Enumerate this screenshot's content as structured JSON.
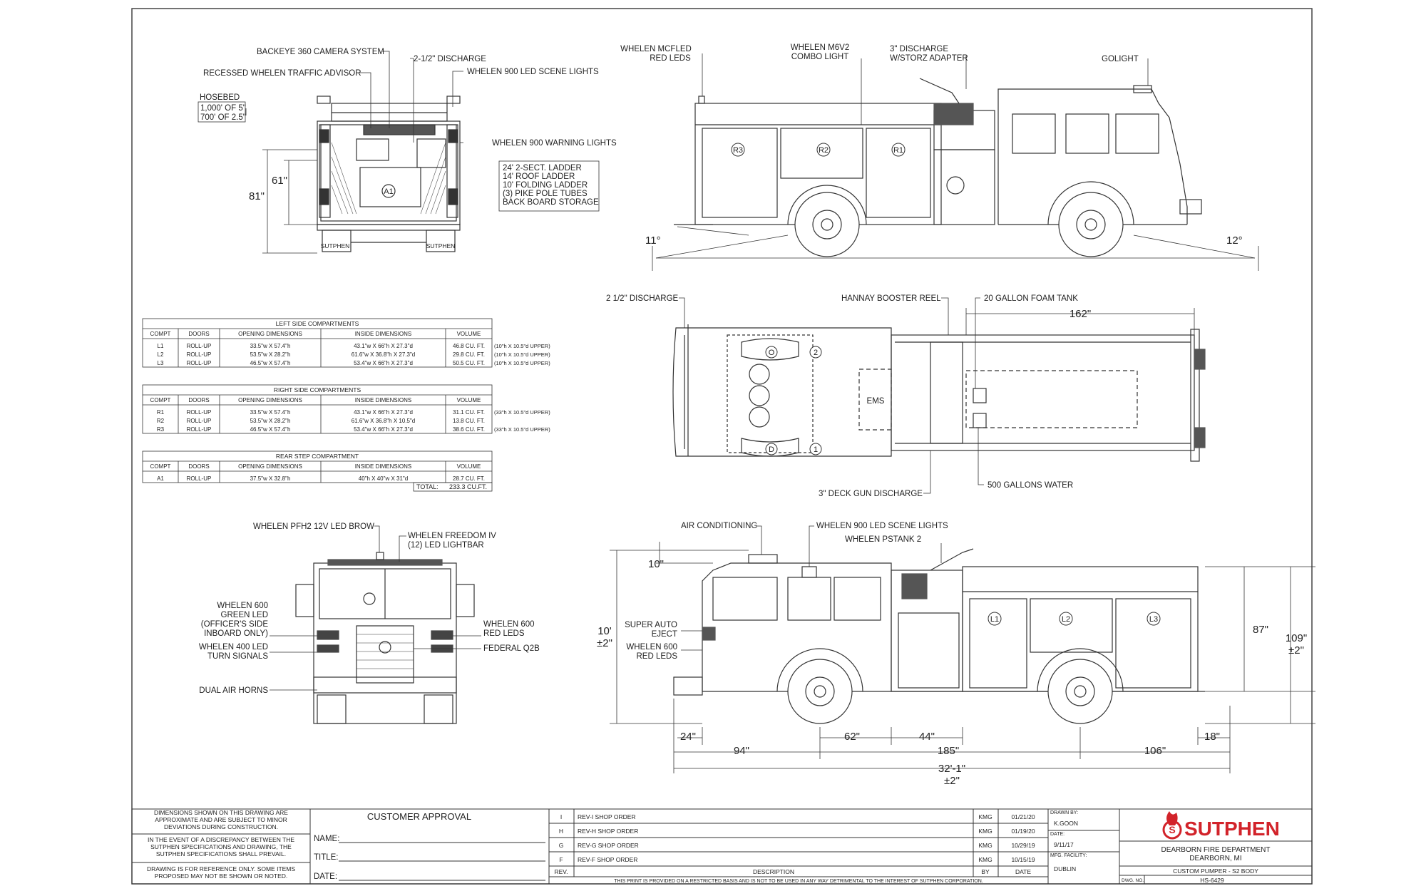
{
  "colors": {
    "line": "#333333",
    "light": "#777777",
    "brand": "#d2232a"
  },
  "rear_view": {
    "labels": {
      "camera": "BACKEYE 360 CAMERA SYSTEM",
      "traffic_advisor": "RECESSED WHELEN TRAFFIC ADVISOR",
      "discharge": "2-1/2\" DISCHARGE",
      "scene_lights": "WHELEN 900 LED SCENE LIGHTS",
      "warning_lights": "WHELEN 900 WARNING LIGHTS",
      "hosebed_title": "HOSEBED",
      "hosebed_l1": "1,000' OF 5\"",
      "hosebed_l2": "700' OF 2.5\""
    },
    "ladder_box": [
      "24' 2-SECT. LADDER",
      "14' ROOF LADDER",
      "10' FOLDING LADDER",
      "(3) PIKE POLE TUBES",
      "BACK BOARD STORAGE"
    ],
    "dims": {
      "total_height": "81\"",
      "body_height": "61\""
    },
    "compartment": "A1",
    "badge": "SUTPHEN"
  },
  "side_view_right": {
    "labels": {
      "mcfled_l1": "WHELEN MCFLED",
      "mcfled_l2": "RED LEDS",
      "m6v2_l1": "WHELEN M6V2",
      "m6v2_l2": "COMBO LIGHT",
      "storz_l1": "3\" DISCHARGE",
      "storz_l2": "W/STORZ ADAPTER",
      "golight": "GOLIGHT"
    },
    "compartments": [
      "R3",
      "R2",
      "R1"
    ],
    "angles": {
      "departure": "11°",
      "approach": "12°"
    }
  },
  "top_view": {
    "labels": {
      "discharge": "2 1/2\" DISCHARGE",
      "booster_reel": "HANNAY BOOSTER REEL",
      "foam_tank": "20 GALLON FOAM TANK",
      "water": "500 GALLONS WATER",
      "deck_gun": "3\" DECK GUN DISCHARGE",
      "ems": "EMS"
    },
    "dim_162": "162\"",
    "seats": [
      "O",
      "2",
      "D",
      "1"
    ]
  },
  "tables": [
    {
      "title": "LEFT SIDE COMPARTMENTS",
      "headers": [
        "COMPT",
        "DOORS",
        "OPENING DIMENSIONS",
        "INSIDE DIMENSIONS",
        "VOLUME"
      ],
      "rows": [
        {
          "c": [
            "L1",
            "ROLL-UP",
            "33.5\"w X 57.4\"h",
            "43.1\"w X 66\"h X 27.3\"d",
            "46.8 CU. FT."
          ],
          "note": "(10\"h X 10.5\"d UPPER)"
        },
        {
          "c": [
            "L2",
            "ROLL-UP",
            "53.5\"w X 28.2\"h",
            "61.6\"w X 36.8\"h X 27.3\"d",
            "29.8 CU. FT."
          ],
          "note": "(10\"h X 10.5\"d UPPER)"
        },
        {
          "c": [
            "L3",
            "ROLL-UP",
            "46.5\"w X 57.4\"h",
            "53.4\"w X 66\"h X 27.3\"d",
            "50.5 CU. FT."
          ],
          "note": "(10\"h X 10.5\"d UPPER)"
        }
      ]
    },
    {
      "title": "RIGHT SIDE COMPARTMENTS",
      "headers": [
        "COMPT",
        "DOORS",
        "OPENING DIMENSIONS",
        "INSIDE DIMENSIONS",
        "VOLUME"
      ],
      "rows": [
        {
          "c": [
            "R1",
            "ROLL-UP",
            "33.5\"w X 57.4\"h",
            "43.1\"w X 66\"h X 27.3\"d",
            "31.1 CU. FT."
          ],
          "note": "(33\"h X 10.5\"d UPPER)"
        },
        {
          "c": [
            "R2",
            "ROLL-UP",
            "53.5\"w X 28.2\"h",
            "61.6\"w X 36.8\"h X 10.5\"d",
            "13.8 CU. FT."
          ],
          "note": ""
        },
        {
          "c": [
            "R3",
            "ROLL-UP",
            "46.5\"w X 57.4\"h",
            "53.4\"w X 66\"h X 27.3\"d",
            "38.6 CU. FT."
          ],
          "note": "(33\"h X 10.5\"d UPPER)"
        }
      ]
    },
    {
      "title": "REAR STEP COMPARTMENT",
      "headers": [
        "COMPT",
        "DOORS",
        "OPENING DIMENSIONS",
        "INSIDE DIMENSIONS",
        "VOLUME"
      ],
      "rows": [
        {
          "c": [
            "A1",
            "ROLL-UP",
            "37.5\"w X 32.8\"h",
            "40\"h X 40\"w X 31\"d",
            "28.7 CU. FT."
          ],
          "note": ""
        }
      ],
      "total_label": "TOTAL:",
      "total_value": "233.3 CU.FT."
    }
  ],
  "front_view": {
    "labels": {
      "brow": "WHELEN PFH2 12V LED BROW",
      "lightbar_l1": "WHELEN FREEDOM IV",
      "lightbar_l2": "(12) LED LIGHTBAR",
      "green_l1": "WHELEN 600",
      "green_l2": "GREEN LED",
      "green_l3": "(OFFICER'S SIDE",
      "green_l4": "INBOARD ONLY)",
      "turn_l1": "WHELEN 400 LED",
      "turn_l2": "TURN SIGNALS",
      "horns": "DUAL AIR HORNS",
      "red_l1": "WHELEN 600",
      "red_l2": "RED LEDS",
      "siren": "FEDERAL Q2B"
    }
  },
  "side_view_left": {
    "labels": {
      "ac": "AIR CONDITIONING",
      "scene": "WHELEN 900 LED SCENE LIGHTS",
      "pstank": "WHELEN PSTANK 2",
      "eject_l1": "SUPER AUTO",
      "eject_l2": "EJECT",
      "red_l1": "WHELEN 600",
      "red_l2": "RED LEDS"
    },
    "compartments": [
      "L1",
      "L2",
      "L3"
    ],
    "dims": {
      "d10": "10\"",
      "h10": "10'",
      "h10_tol": "±2\"",
      "h87": "87\"",
      "h109": "109\"",
      "h109_tol": "±2\"",
      "d24": "24\"",
      "d62": "62\"",
      "d44": "44\"",
      "d18": "18\"",
      "d94": "94\"",
      "d185": "185\"",
      "d106": "106\"",
      "overall": "32'-1\"",
      "overall_tol": "±2\""
    }
  },
  "title_block": {
    "notes": [
      [
        "DIMENSIONS SHOWN ON THIS DRAWING ARE",
        "APPROXIMATE AND ARE SUBJECT TO MINOR",
        "DEVIATIONS DURING CONSTRUCTION."
      ],
      [
        "IN THE EVENT OF A DISCREPANCY BETWEEN THE",
        "SUTPHEN SPECIFICATIONS AND DRAWING, THE",
        "SUTPHEN SPECIFICATIONS SHALL PREVAIL."
      ],
      [
        "DRAWING IS FOR REFERENCE ONLY. SOME ITEMS",
        "PROPOSED MAY NOT BE SHOWN OR NOTED."
      ]
    ],
    "customer_approval": "CUSTOMER APPROVAL",
    "fields": [
      "NAME:",
      "TITLE:",
      "DATE:"
    ],
    "revisions": [
      [
        "I",
        "REV-I SHOP ORDER",
        "KMG",
        "01/21/20"
      ],
      [
        "H",
        "REV-H SHOP ORDER",
        "KMG",
        "01/19/20"
      ],
      [
        "G",
        "REV-G SHOP ORDER",
        "KMG",
        "10/29/19"
      ],
      [
        "F",
        "REV-F SHOP ORDER",
        "KMG",
        "10/15/19"
      ]
    ],
    "rev_headers": [
      "REV.",
      "DESCRIPTION",
      "BY",
      "DATE"
    ],
    "disclaimer": "THIS PRINT IS PROVIDED ON A RESTRICTED BASIS AND IS NOT TO BE USED IN ANY WAY DETRIMENTAL TO THE INTEREST OF SUTPHEN CORPORATION.",
    "drawn_by_label": "DRAWN BY:",
    "drawn_by": "K.GOON",
    "date_label": "DATE:",
    "date": "9/11/17",
    "mfg_label": "MFG. FACILITY:",
    "mfg": "DUBLIN",
    "logo": "SUTPHEN",
    "customer_l1": "DEARBORN FIRE DEPARTMENT",
    "customer_l2": "DEARBORN, MI",
    "model": "CUSTOM PUMPER - S2 BODY",
    "dwg_label": "DWG. NO.:",
    "dwg_no": "HS-6429"
  }
}
